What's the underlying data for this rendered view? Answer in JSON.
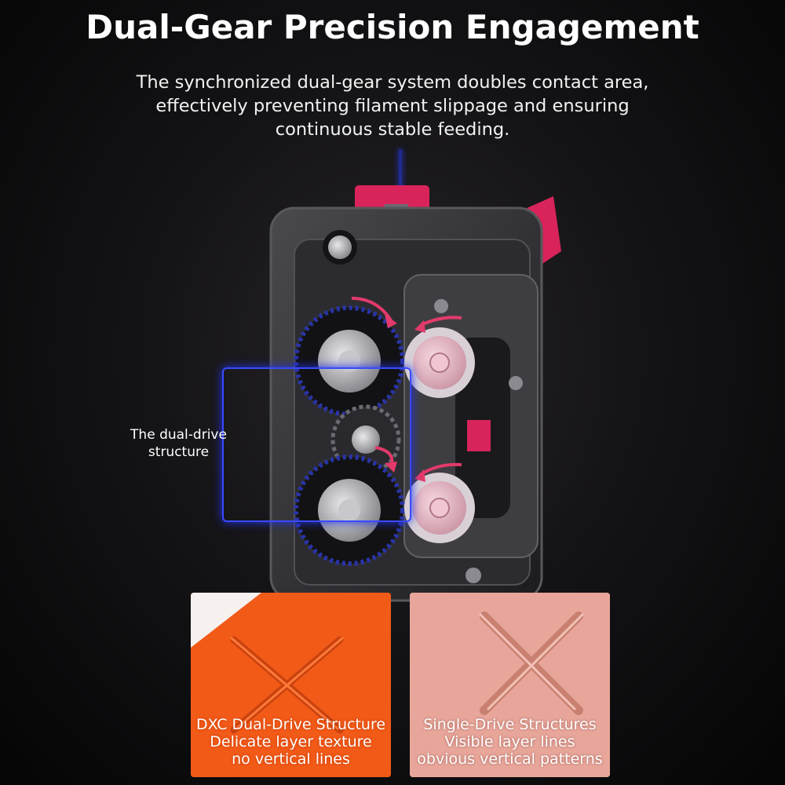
{
  "header": {
    "title": "Dual-Gear Precision Engagement",
    "subtitle": "The synchronized dual-gear system doubles contact area, effectively preventing filament slippage and ensuring continuous stable feeding."
  },
  "callout": {
    "label": "The dual-drive structure"
  },
  "comparison": {
    "left": {
      "line1": "DXC Dual-Drive Structure",
      "line2": "Delicate layer texture",
      "line3": "no vertical lines"
    },
    "right": {
      "line1": "Single-Drive Structures",
      "line2": "Visible layer lines",
      "line3": "obvious vertical patterns"
    }
  },
  "colors": {
    "accent_red": "#d8245a",
    "callout_blue": "#3a4aff",
    "left_sample": "#f25a18",
    "right_sample": "#e8a69a"
  }
}
